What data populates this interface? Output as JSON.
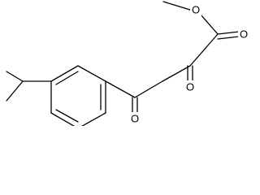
{
  "molecule": {
    "atoms": [
      {
        "id": "o_ester_single",
        "label": "O"
      },
      {
        "id": "o_ester_carbonyl",
        "label": "O"
      },
      {
        "id": "o_alpha_keto",
        "label": "O"
      },
      {
        "id": "o_aryl_keto",
        "label": "O"
      }
    ],
    "colors": {
      "bond": "#000000",
      "label": "#000000",
      "background": "#ffffff"
    }
  }
}
